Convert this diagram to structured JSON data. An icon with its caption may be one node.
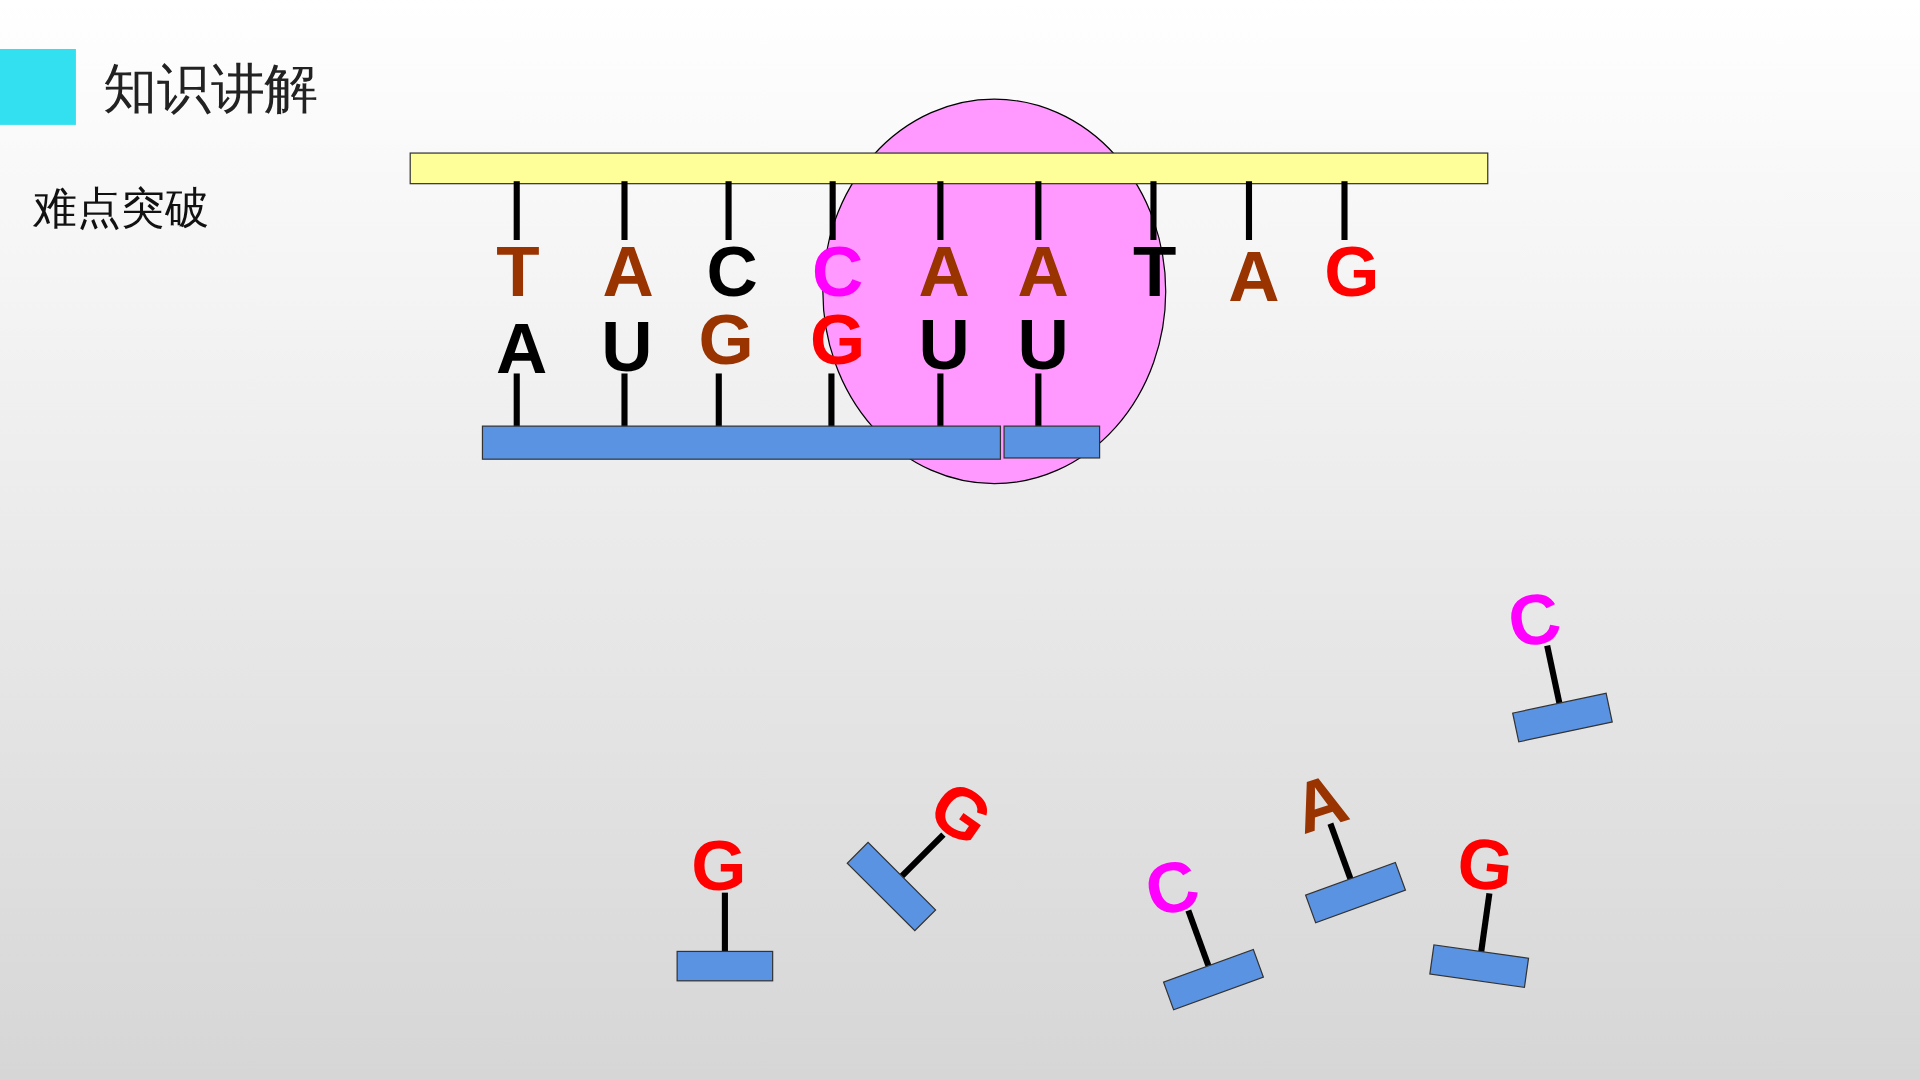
{
  "diagram": {
    "title": "知识讲解",
    "nodes": [
      {
        "text": [],
        "shape": "box"
      }
    ],
    "labels": [
      "难点突破",
      "T",
      "A",
      "C",
      "C",
      "A",
      "A",
      "T",
      "A",
      "G",
      "A",
      "U",
      "G",
      "G",
      "U",
      "U",
      "C",
      "G",
      "A",
      "G",
      "G",
      "C"
    ]
  }
}
